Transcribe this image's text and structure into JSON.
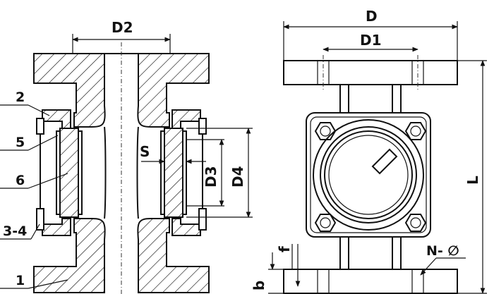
{
  "section_view": {
    "dimension_labels": {
      "d2": "D2",
      "s": "S",
      "d3": "D3",
      "d4": "D4"
    },
    "callouts": [
      {
        "id": "callout-2",
        "text": "2"
      },
      {
        "id": "callout-5",
        "text": "5"
      },
      {
        "id": "callout-6",
        "text": "6"
      },
      {
        "id": "callout-3-4",
        "text": "3-4"
      },
      {
        "id": "callout-1",
        "text": "1"
      }
    ]
  },
  "front_view": {
    "dimension_labels": {
      "d": "D",
      "d1": "D1",
      "l": "L",
      "f": "f",
      "b": "b",
      "n": "N- ∅"
    }
  }
}
